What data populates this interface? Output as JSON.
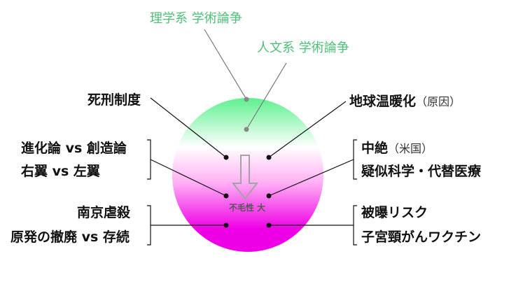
{
  "top_labels": {
    "science": "理学系 学術論争",
    "humanities": "人文系 学術論争"
  },
  "left_labels": {
    "death_penalty": "死刑制度",
    "evolution_creation": "進化論 vs 創造論",
    "right_left": "右翼 vs 左翼",
    "nanjing": "南京虐殺",
    "nuclear": "原発の撤廃 vs 存続"
  },
  "right_labels": {
    "warming": "地球温暖化",
    "warming_note": "（原因）",
    "abortion": "中絶",
    "abortion_note": "（米国）",
    "pseudoscience": "疑似科学・代替医療",
    "radiation": "被曝リスク",
    "hpv": "子宮頸がんワクチン"
  },
  "center": {
    "futility_label": "不毛性 大"
  },
  "colors": {
    "green": "#5ef08e",
    "magenta": "#ee00e6",
    "label_green": "#4fbf7a"
  }
}
